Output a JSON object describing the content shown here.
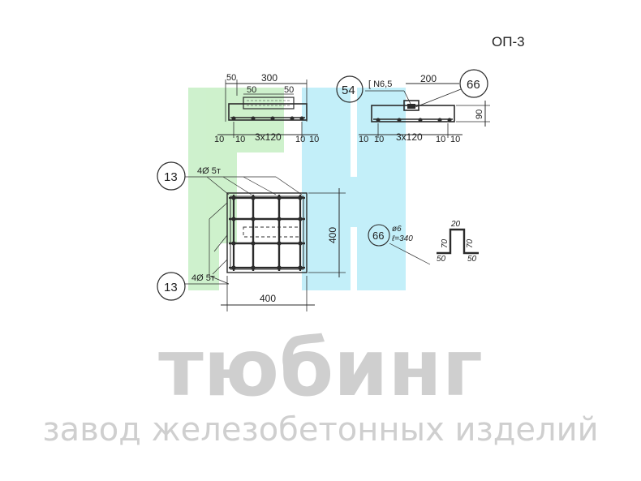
{
  "drawing_code": "ОП-3",
  "section_a": {
    "dim_top": "300",
    "dim_left_edge": "50",
    "dim_inner_left": "50",
    "dim_inner_right": "50",
    "dim_bottom": "3x120",
    "dim_bl1": "10",
    "dim_bl2": "10",
    "dim_br1": "10",
    "dim_br2": "10"
  },
  "section_b": {
    "callout_left": "54",
    "channel_label": "[ N6,5",
    "dim_top": "200",
    "callout_right": "66",
    "dim_height": "90",
    "dim_bottom": "3x120",
    "dim_bl1": "10",
    "dim_bl2": "10",
    "dim_br1": "10",
    "dim_br2": "10"
  },
  "plan": {
    "callout_top": "13",
    "bars_top": "4Ø 5т",
    "callout_bottom": "13",
    "bars_bottom": "4Ø 5т",
    "dim_height": "400",
    "dim_width": "400"
  },
  "detail_66": {
    "callout": "66",
    "dia": "ø6",
    "length": "ℓ=340",
    "dim_a": "70",
    "dim_b": "50",
    "dim_c": "20",
    "dim_d": "70",
    "dim_e": "50"
  },
  "logo": {
    "name": "тюбинг",
    "tagline": "завод железобетонных изделий",
    "colors": {
      "green": "#c6efc4",
      "blue": "#b9ecf8",
      "gray": "#cfcfcf"
    }
  }
}
